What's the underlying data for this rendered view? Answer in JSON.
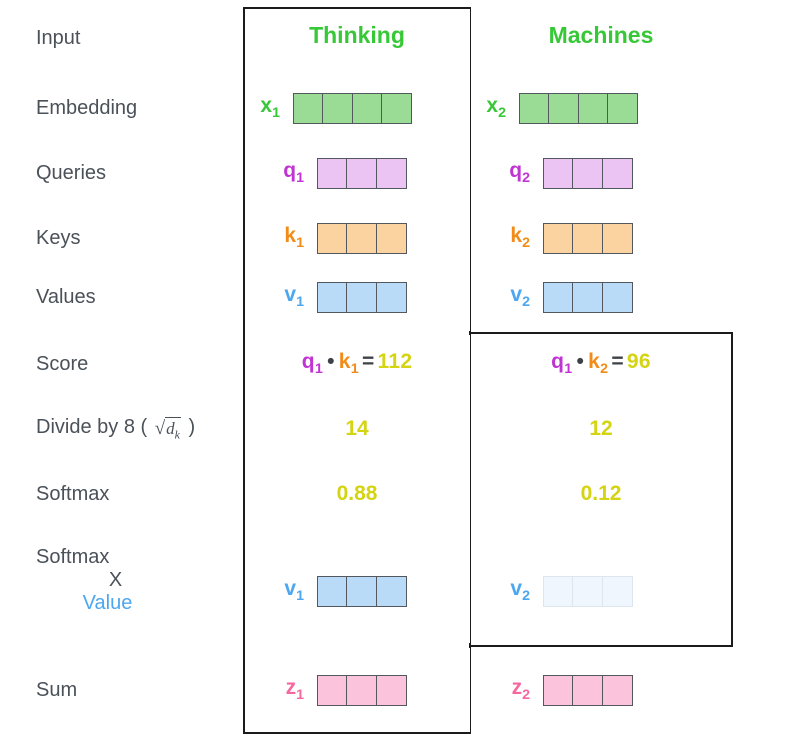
{
  "figure": {
    "title_words": [
      {
        "id": "word-1",
        "text": "Thinking"
      },
      {
        "id": "word-2",
        "text": "Machines"
      }
    ],
    "accent_colors": {
      "word_green": "#37c837",
      "embedding": "#9adb96",
      "query": "#ecc4f4",
      "key": "#fbd3a0",
      "value": "#b9dbf8",
      "output": "#fcc3dc",
      "number_yellow": "#d4d412",
      "label_gray": "#4a5159",
      "value_blue": "#4ca6f0"
    }
  },
  "rows": [
    {
      "key": "input",
      "label": "Input"
    },
    {
      "key": "embedding",
      "label": "Embedding"
    },
    {
      "key": "queries",
      "label": "Queries"
    },
    {
      "key": "keys",
      "label": "Keys"
    },
    {
      "key": "values",
      "label": "Values"
    },
    {
      "key": "score",
      "label": "Score"
    },
    {
      "key": "divide",
      "label_prefix": "Divide by 8 (",
      "label_math_base": "d",
      "label_math_sub": "k",
      "label_suffix": ")"
    },
    {
      "key": "softmax",
      "label": "Softmax"
    },
    {
      "key": "softmax_x_value",
      "label_line1": "Softmax",
      "label_line2": "X",
      "label_line3": "Value"
    },
    {
      "key": "sum",
      "label": "Sum"
    }
  ],
  "columns": [
    {
      "id": "col-1",
      "word": "Thinking",
      "embedding": {
        "symbol": "x",
        "subscript": "1",
        "cells": 4
      },
      "query": {
        "symbol": "q",
        "subscript": "1",
        "cells": 3
      },
      "key": {
        "symbol": "k",
        "subscript": "1",
        "cells": 3
      },
      "value": {
        "symbol": "v",
        "subscript": "1",
        "cells": 3
      },
      "score": {
        "left_symbol": "q",
        "left_sub": "1",
        "operator": "•",
        "right_symbol": "k",
        "right_sub": "1",
        "equals": "=",
        "result": "112"
      },
      "divided": "14",
      "softmax": "0.88",
      "weighted_value": {
        "symbol": "v",
        "subscript": "1",
        "cells": 3,
        "faded": false
      },
      "sum": {
        "symbol": "z",
        "subscript": "1",
        "cells": 3
      }
    },
    {
      "id": "col-2",
      "word": "Machines",
      "embedding": {
        "symbol": "x",
        "subscript": "2",
        "cells": 4
      },
      "query": {
        "symbol": "q",
        "subscript": "2",
        "cells": 3
      },
      "key": {
        "symbol": "k",
        "subscript": "2",
        "cells": 3
      },
      "value": {
        "symbol": "v",
        "subscript": "2",
        "cells": 3
      },
      "score": {
        "left_symbol": "q",
        "left_sub": "1",
        "operator": "•",
        "right_symbol": "k",
        "right_sub": "2",
        "equals": "=",
        "result": "96"
      },
      "divided": "12",
      "softmax": "0.12",
      "weighted_value": {
        "symbol": "v",
        "subscript": "2",
        "cells": 3,
        "faded": true
      },
      "sum": {
        "symbol": "z",
        "subscript": "2",
        "cells": 3
      }
    }
  ]
}
